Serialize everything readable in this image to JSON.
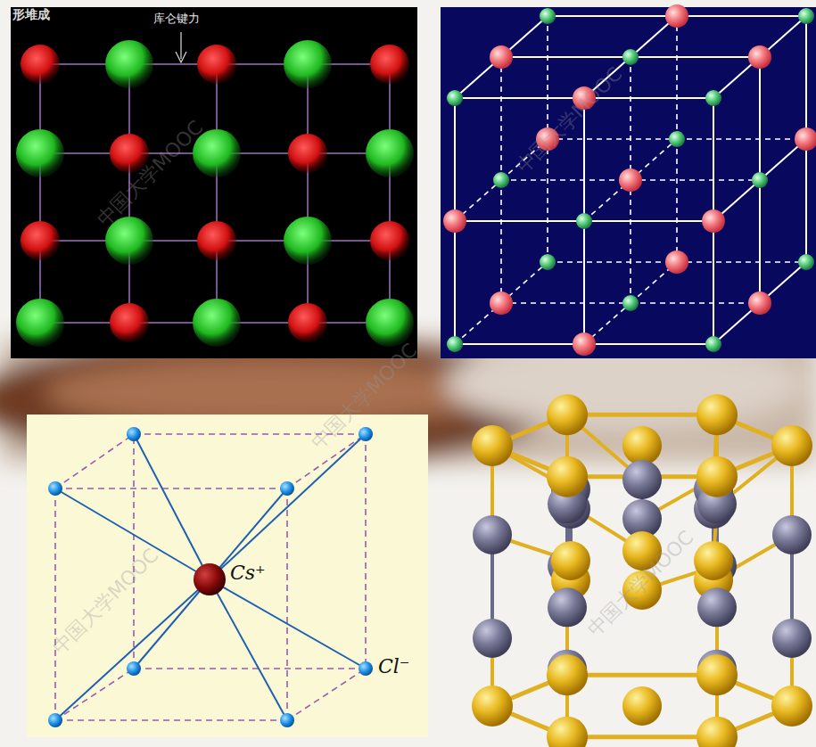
{
  "diagram": {
    "labels": [
      "形堆成",
      "库仑键力",
      "Cs⁺",
      "Cl⁻",
      "中国大学MOOC",
      "中国大学MOOC",
      "中国大学MOOC",
      "中国大学MOOC",
      "中国大学MOOC"
    ]
  }
}
